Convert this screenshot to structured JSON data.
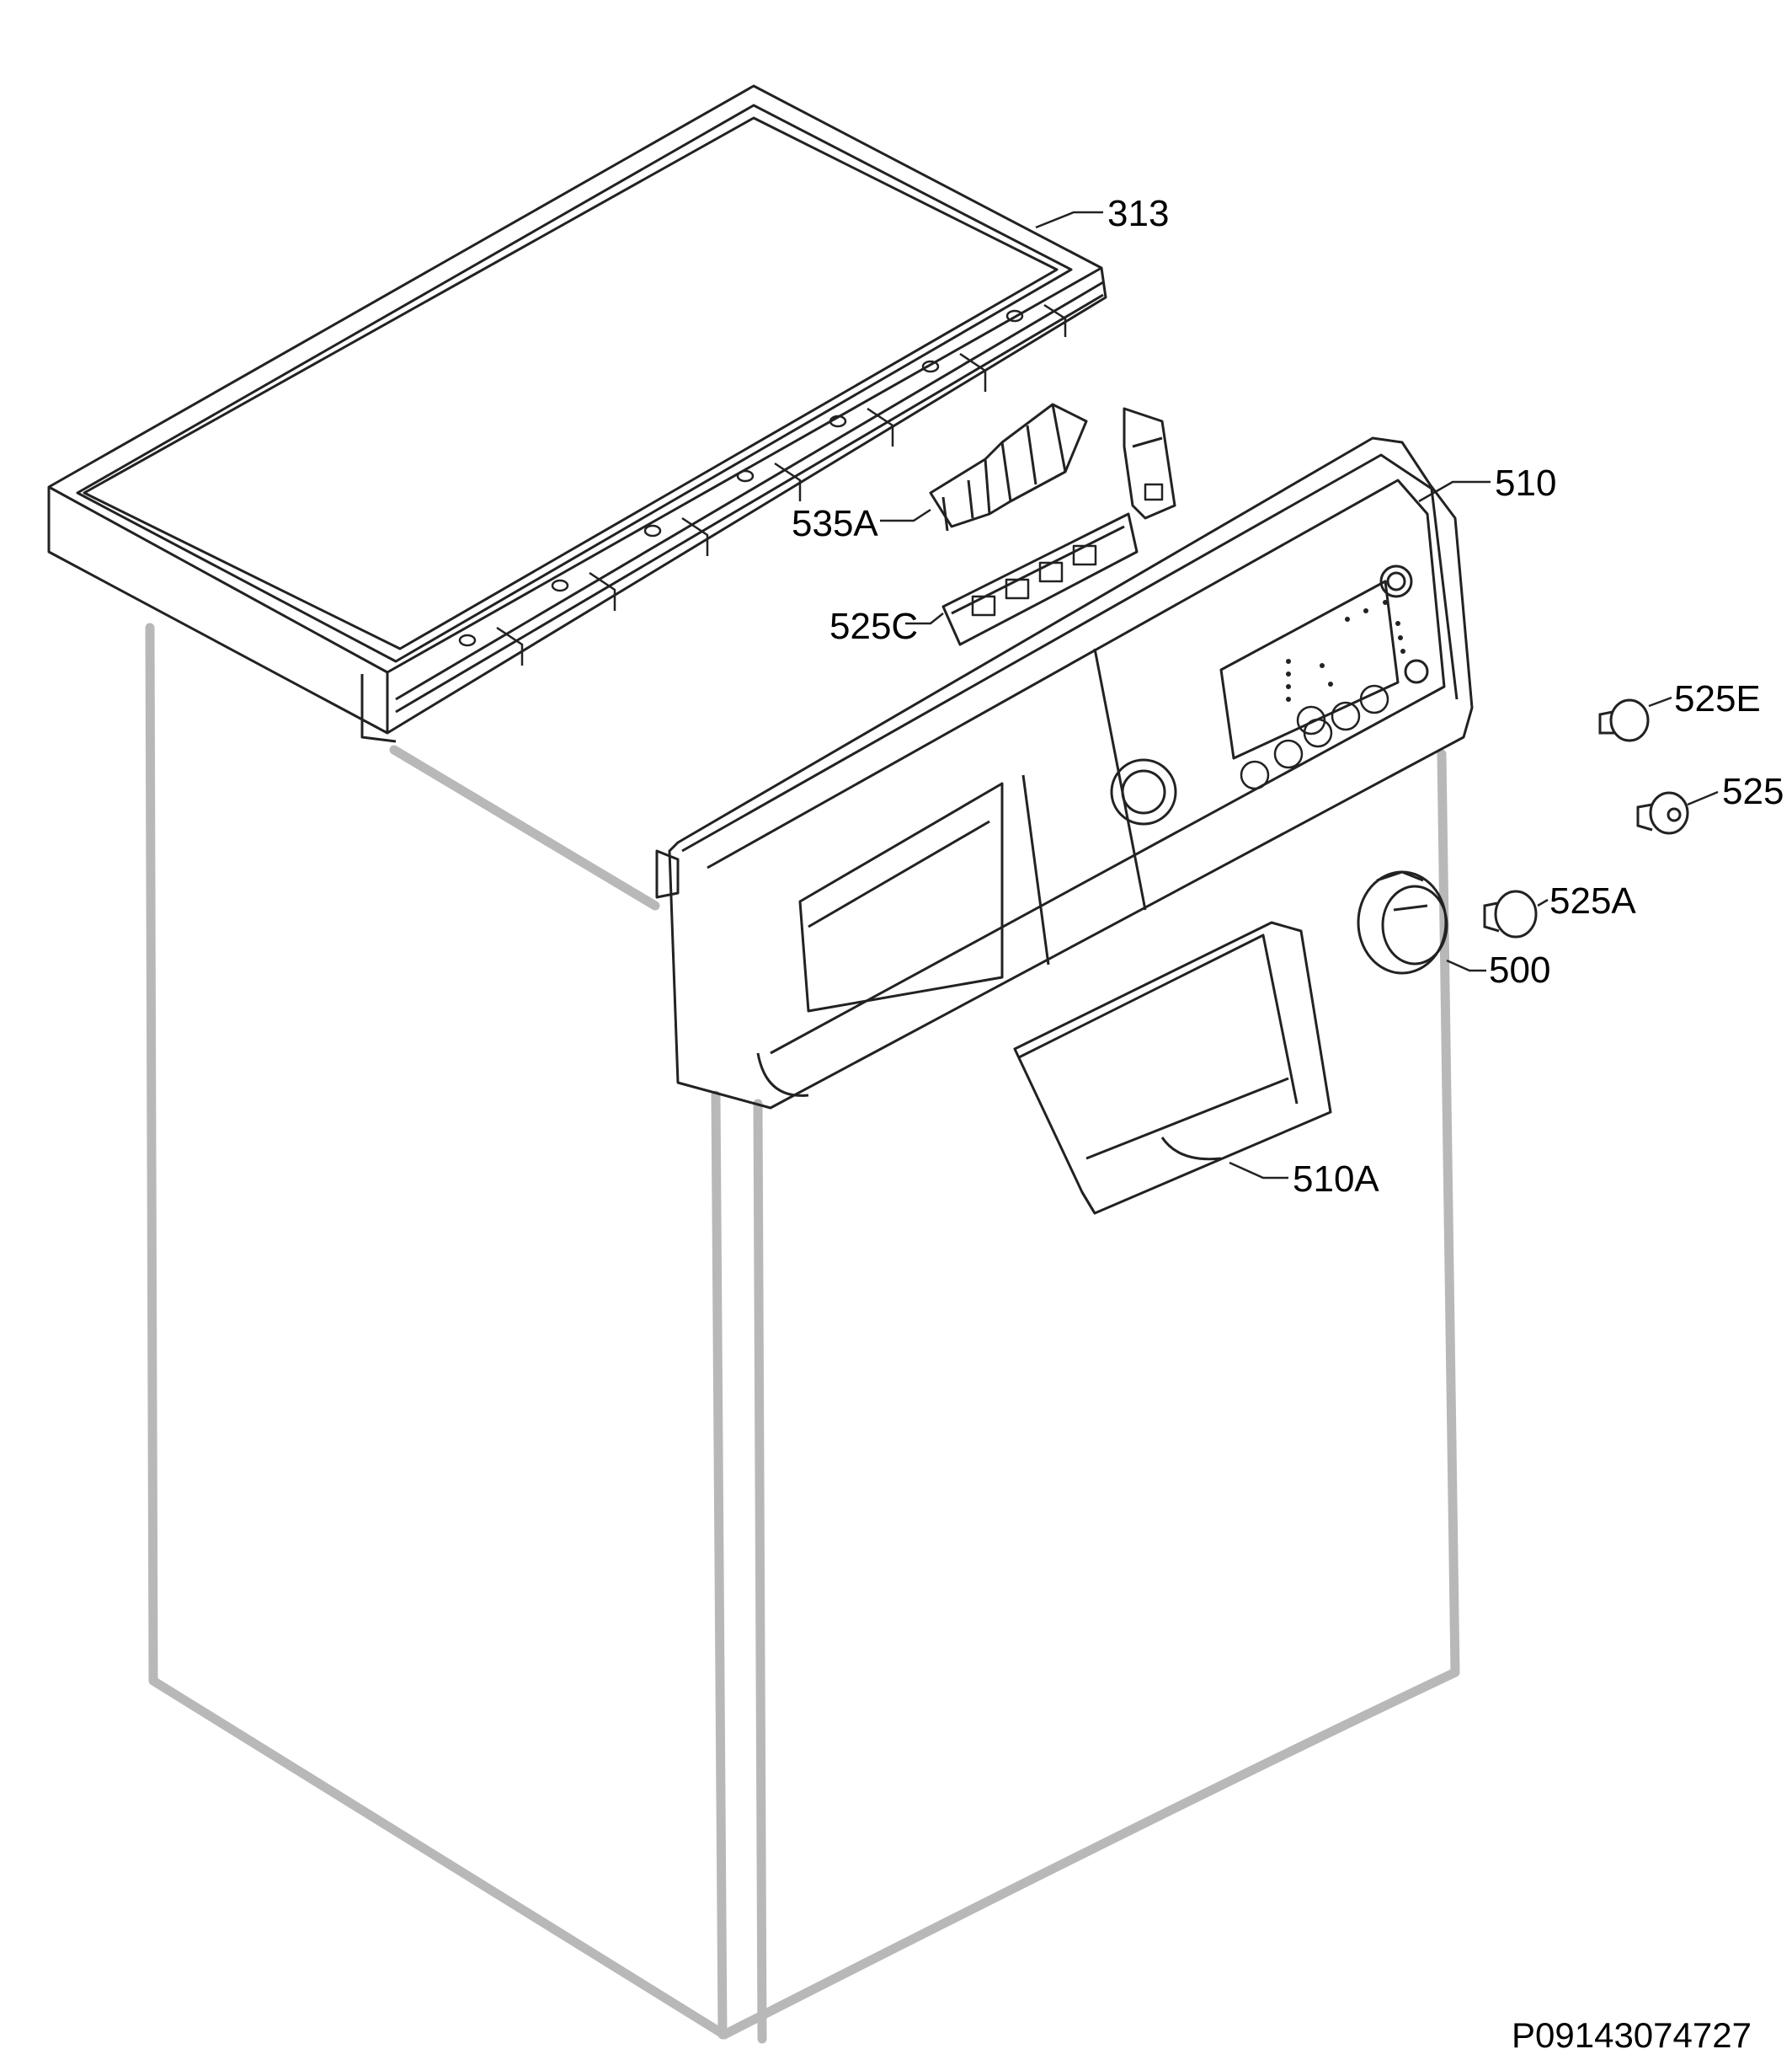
{
  "labels": {
    "p313": "313",
    "p510": "510",
    "p535A": "535A",
    "p525C": "525C",
    "p525E": "525E",
    "p525": "525",
    "p525A": "525A",
    "p500": "500",
    "p510A": "510A"
  },
  "drawing_id": "P09143074727",
  "colors": {
    "line": "#222222",
    "cabinet": "#b8b8b8"
  }
}
